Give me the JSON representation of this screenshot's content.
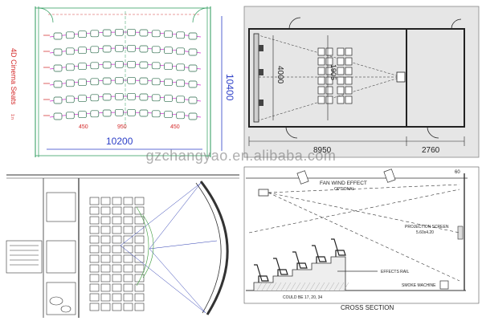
{
  "colors": {
    "panel1_lines": "#2a9a5a",
    "panel1_seats": "#2a6a4a",
    "panel1_rows": "#d22fd2",
    "panel1_red": "#d43a3a",
    "panel1_labels": "#d42a2a",
    "panel1_blue": "#2b3ec7",
    "panel2_bg": "#e6e6e6",
    "panel3_green": "#3a9a3a",
    "panel3_blue": "#2a3ab0",
    "ink": "#222222"
  },
  "watermark": "gzchangyao.en.alibaba.com",
  "panel1": {
    "side_title": "4D Cinema Seats",
    "scale": "1:n",
    "width_label": "10200",
    "depth_label": "10400",
    "spacing_labels": [
      "450",
      "950",
      "450"
    ],
    "seat_rows": 6
  },
  "panel2": {
    "dim_left": "4000",
    "dim_center": "1905",
    "dim_bottom_main": "8950",
    "dim_bottom_side": "2760"
  },
  "panel3": {
    "rows": 12,
    "cols": 5
  },
  "panel4": {
    "fan_label": "FAN WIND EFFECT",
    "fan_sub": "OPTIONAL",
    "projection_label": "PROJECTION SCREEN",
    "projection_size": "5.60x4.20",
    "effects_rail": "EFFECTS RAIL",
    "smoke_machine": "SMOKE MACHINE",
    "could_be": "COULD BE 17, 20, 34",
    "cross_section": "CROSS SECTION",
    "top_dim": "60"
  }
}
